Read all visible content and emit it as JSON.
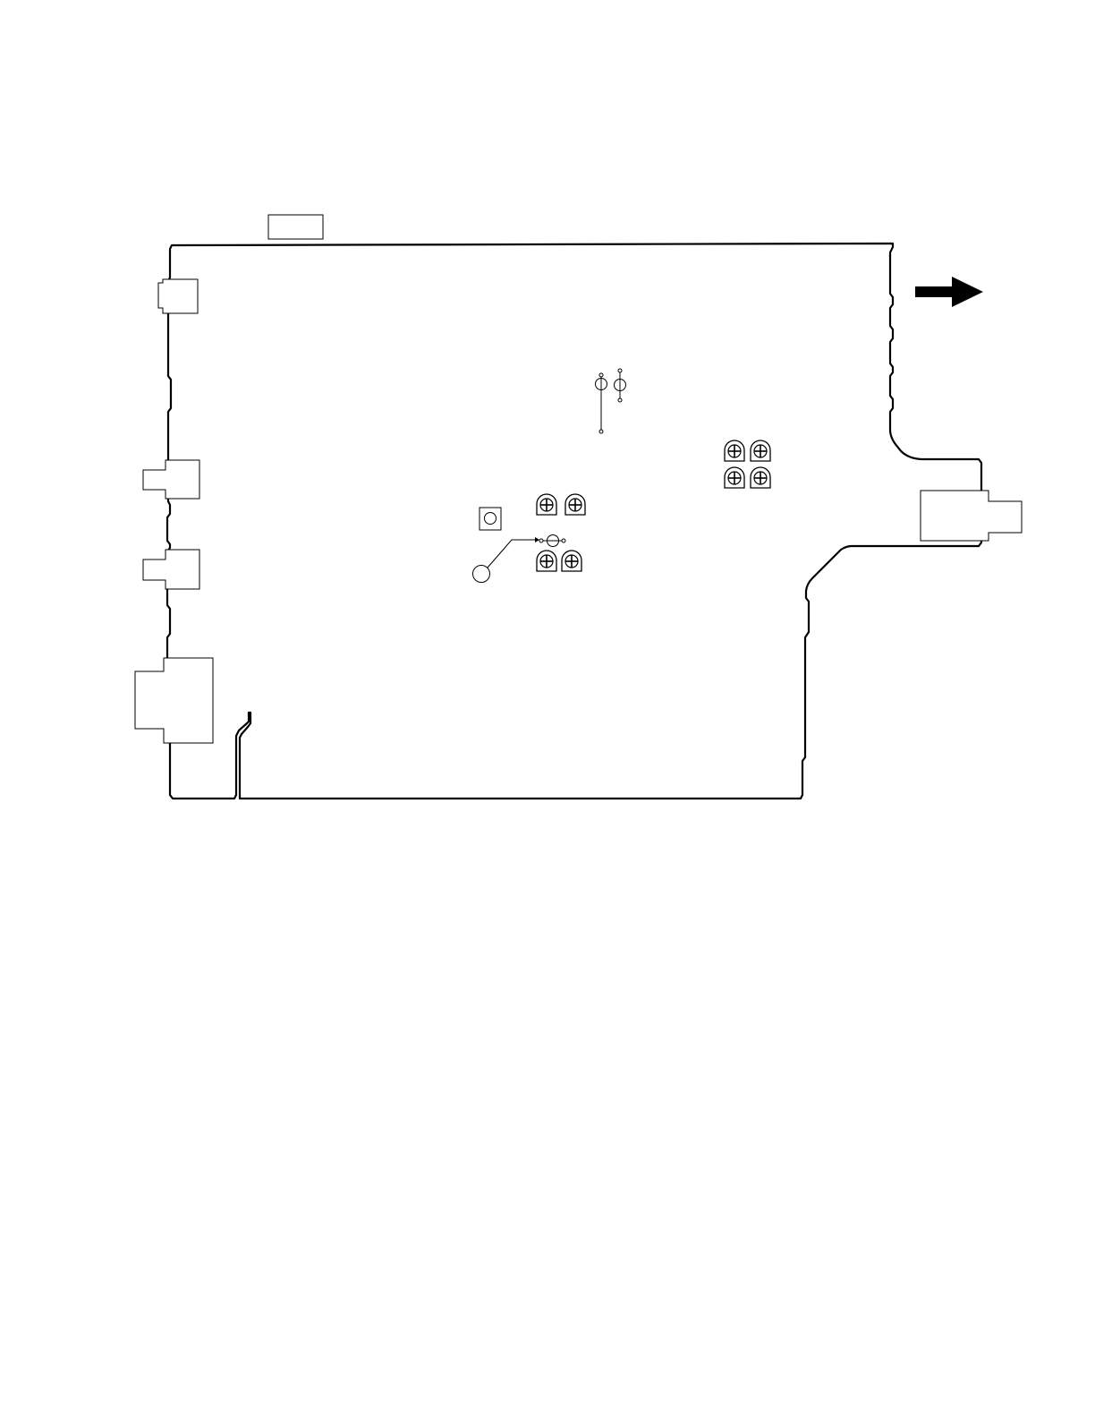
{
  "diagram": {
    "type": "pcb-board-outline",
    "colors": {
      "line": "#000000",
      "background": "#ffffff"
    },
    "components": {
      "top_tab": 1,
      "left_connectors": 4,
      "right_connector": 1,
      "test_points": 4,
      "trimmer_potentiometers": 8,
      "square_pad": 1,
      "reference_circle": 1
    },
    "direction_arrow": "right-arrow"
  }
}
